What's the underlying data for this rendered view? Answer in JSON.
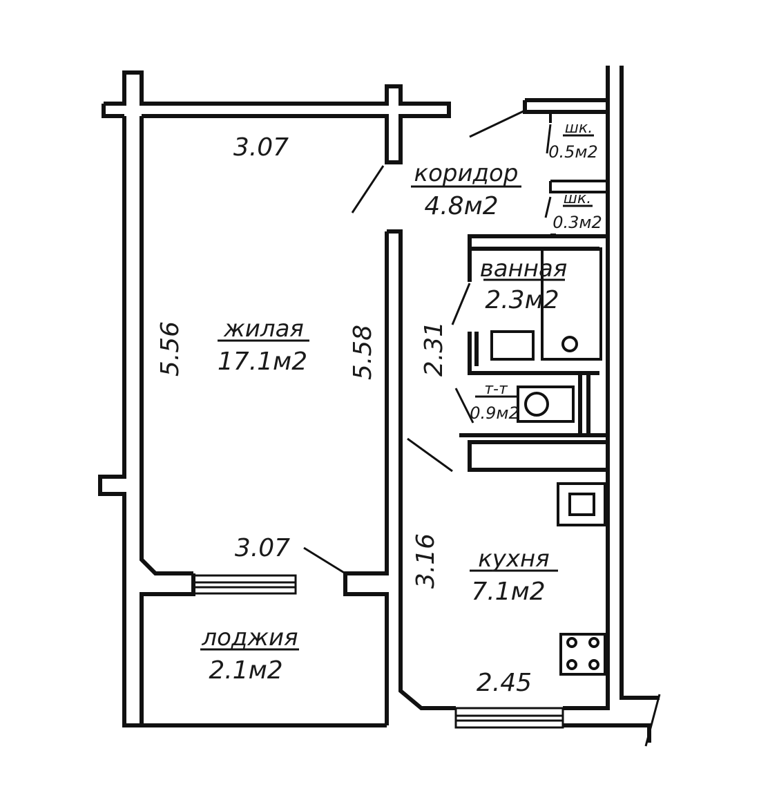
{
  "rooms": {
    "living": {
      "name": "жилая",
      "area": "17.1м2"
    },
    "corridor": {
      "name": "коридор",
      "area": "4.8м2"
    },
    "closet1": {
      "name": "шк.",
      "area": "0.5м2"
    },
    "closet2": {
      "name": "шк.",
      "area": "0.3м2"
    },
    "bathroom": {
      "name": "ванная",
      "area": "2.3м2"
    },
    "toilet": {
      "name": "т-т",
      "area": "0.9м2"
    },
    "kitchen": {
      "name": "кухня",
      "area": "7.1м2"
    },
    "loggia": {
      "name": "лоджия",
      "area": "2.1м2"
    }
  },
  "dimensions": {
    "living_top": "3.07",
    "living_bottom": "3.07",
    "living_left": "5.56",
    "living_right": "5.58",
    "bath_height": "2.31",
    "kitchen_height": "3.16",
    "kitchen_width": "2.45"
  }
}
